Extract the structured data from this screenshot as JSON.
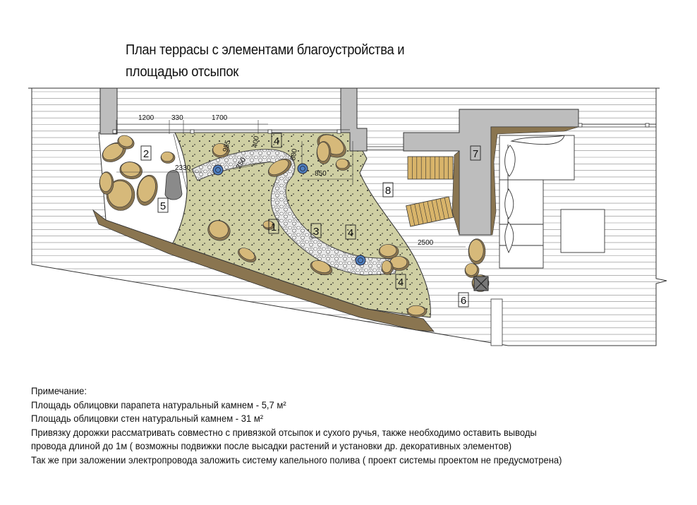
{
  "title": {
    "line1": "План террасы с элементами благоустройства и",
    "line2": "площадью отсыпок"
  },
  "plan": {
    "zone_labels": [
      "1",
      "2",
      "3",
      "4",
      "4",
      "4",
      "5",
      "6",
      "7",
      "8"
    ],
    "dimensions": {
      "d1200": "1200",
      "d330": "330",
      "d1700": "1700",
      "d2330": "2330",
      "d955": "955",
      "d250": "250",
      "d400": "400",
      "d800": "800",
      "d850": "850",
      "d2500": "2500"
    },
    "colors": {
      "gravel": "#cfcfa3",
      "stone": "#d6b97a",
      "soil": "#8a7550",
      "wall": "#bdbdbd",
      "lamp": "#4f7fbf",
      "wood": "#d8b46a"
    }
  },
  "notes": {
    "heading": "Примечание:",
    "lines": [
      "Площадь облицовки парапета натуральный камнем - 5,7 м²",
      "Площадь облицовки стен натуральный камнем - 31 м²",
      "Привязку дорожки рассматривать совместно с привязкой отсыпок и сухого ручья, также необходимо оставить выводы",
      "провода длиной до 1м  ( возможны подвижки после высадки растений и установки др. декоративных элементов)",
      "Так же при заложении электропровода заложить систему капельного полива  ( проект системы проектом не предусмотрена)"
    ]
  }
}
